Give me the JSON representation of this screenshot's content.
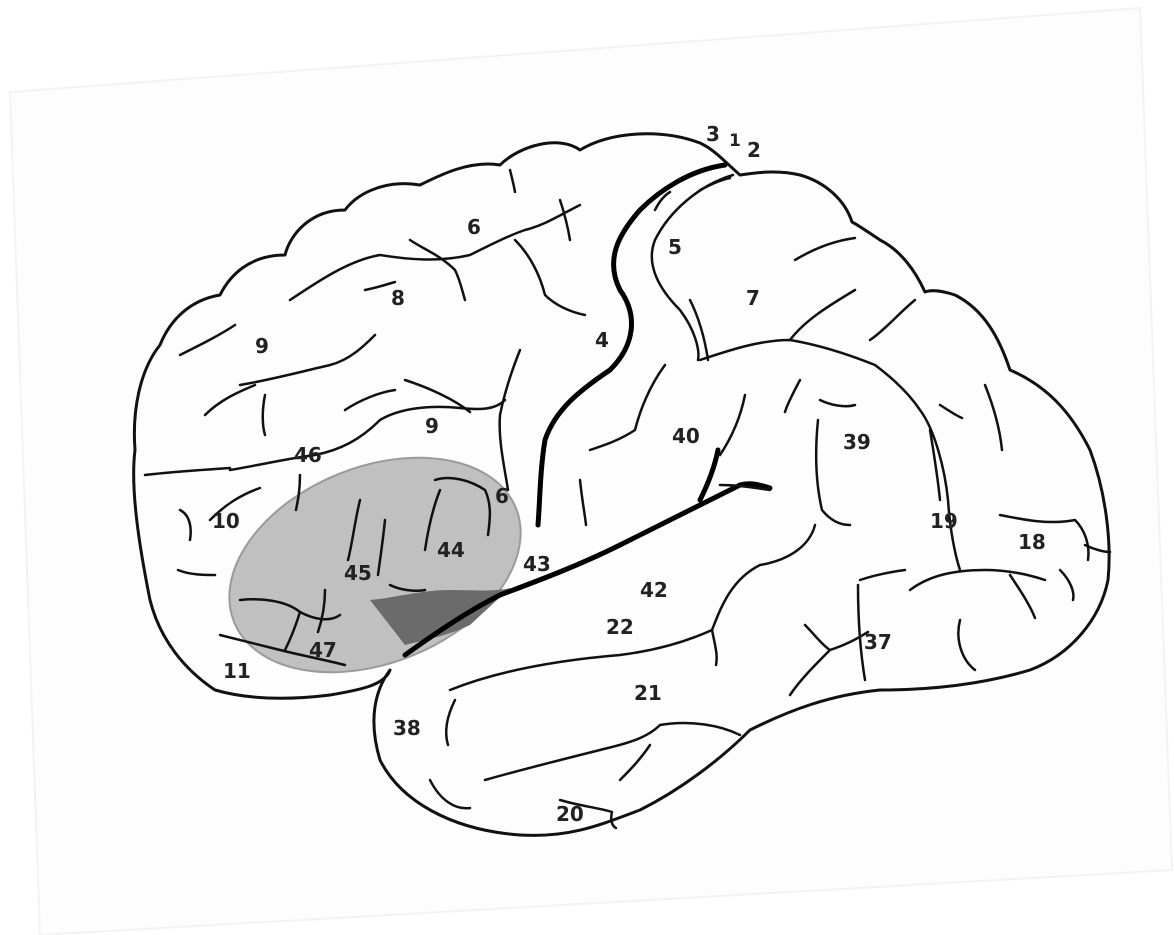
{
  "diagram": {
    "highlight_color": "#c0c0c0",
    "highlight_stroke": "#9a9a9a",
    "labels": {
      "a1": "1",
      "a2": "2",
      "a3": "3",
      "a4": "4",
      "a5": "5",
      "a6": "6",
      "a6b": "6",
      "a7": "7",
      "a8": "8",
      "a9": "9",
      "a9b": "9",
      "a10": "10",
      "a11": "11",
      "a18": "18",
      "a19": "19",
      "a20": "20",
      "a21": "21",
      "a22": "22",
      "a37": "37",
      "a38": "38",
      "a39": "39",
      "a40": "40",
      "a42": "42",
      "a43": "43",
      "a44": "44",
      "a45": "45",
      "a46": "46",
      "a47": "47"
    }
  }
}
